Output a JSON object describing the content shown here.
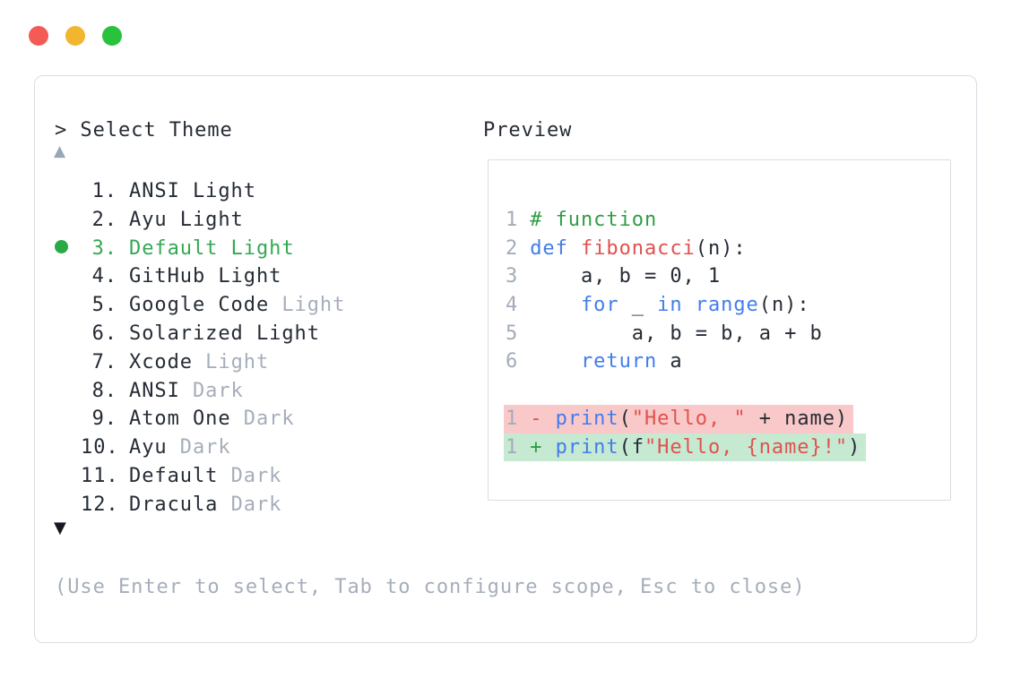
{
  "window_controls": {
    "buttons": [
      {
        "name": "close-button",
        "color": "#f45b55"
      },
      {
        "name": "minimize-button",
        "color": "#f2b52e"
      },
      {
        "name": "zoom-button",
        "color": "#28c33c"
      }
    ]
  },
  "selector": {
    "prompt": "> Select Theme",
    "scroll_up_symbol": "▲",
    "scroll_down_symbol": "▼",
    "items": [
      {
        "number": "1.",
        "name": "ANSI Light",
        "variant": "",
        "selected": false
      },
      {
        "number": "2.",
        "name": "Ayu Light",
        "variant": "",
        "selected": false
      },
      {
        "number": "3.",
        "name": "Default Light",
        "variant": "",
        "selected": true
      },
      {
        "number": "4.",
        "name": "GitHub Light",
        "variant": "",
        "selected": false
      },
      {
        "number": "5.",
        "name": "Google Code",
        "variant": "Light",
        "selected": false
      },
      {
        "number": "6.",
        "name": "Solarized Light",
        "variant": "",
        "selected": false
      },
      {
        "number": "7.",
        "name": "Xcode",
        "variant": "Light",
        "selected": false
      },
      {
        "number": "8.",
        "name": "ANSI",
        "variant": "Dark",
        "selected": false
      },
      {
        "number": "9.",
        "name": "Atom One",
        "variant": "Dark",
        "selected": false
      },
      {
        "number": "10.",
        "name": "Ayu",
        "variant": "Dark",
        "selected": false
      },
      {
        "number": "11.",
        "name": "Default",
        "variant": "Dark",
        "selected": false
      },
      {
        "number": "12.",
        "name": "Dracula",
        "variant": "Dark",
        "selected": false
      }
    ],
    "hint": "(Use Enter to select, Tab to configure scope, Esc to close)"
  },
  "preview": {
    "title": "Preview",
    "code_lines": [
      {
        "no": "1",
        "tokens": [
          [
            "com",
            "# function"
          ]
        ]
      },
      {
        "no": "2",
        "tokens": [
          [
            "kw",
            "def"
          ],
          [
            "plain",
            " "
          ],
          [
            "fn",
            "fibonacci"
          ],
          [
            "plain",
            "(n):"
          ]
        ]
      },
      {
        "no": "3",
        "tokens": [
          [
            "plain",
            "    a, b = 0, 1"
          ]
        ]
      },
      {
        "no": "4",
        "tokens": [
          [
            "plain",
            "    "
          ],
          [
            "kw",
            "for"
          ],
          [
            "plain",
            " _ "
          ],
          [
            "kw",
            "in"
          ],
          [
            "plain",
            " "
          ],
          [
            "kw",
            "range"
          ],
          [
            "plain",
            "(n):"
          ]
        ]
      },
      {
        "no": "5",
        "tokens": [
          [
            "plain",
            "        a, b = b, a + b"
          ]
        ]
      },
      {
        "no": "6",
        "tokens": [
          [
            "plain",
            "    "
          ],
          [
            "kw",
            "return"
          ],
          [
            "plain",
            " a"
          ]
        ]
      },
      {
        "blank": true
      },
      {
        "no": "1",
        "bg": "removed",
        "tokens": [
          [
            "minus",
            "- "
          ],
          [
            "kw",
            "print"
          ],
          [
            "plain",
            "("
          ],
          [
            "str",
            "\"Hello, \""
          ],
          [
            "plain",
            " + name)"
          ]
        ]
      },
      {
        "no": "1",
        "bg": "added",
        "tokens": [
          [
            "plus",
            "+ "
          ],
          [
            "kw",
            "print"
          ],
          [
            "plain",
            "(f"
          ],
          [
            "str",
            "\"Hello, {name}!\""
          ],
          [
            "plain",
            ")"
          ]
        ]
      }
    ]
  },
  "colors": {
    "text": "#262c35",
    "muted": "#a6aebb",
    "selected_green": "#34a853",
    "dot_green": "#2aa946",
    "keyword_blue": "#427deb",
    "string_red": "#e0524e",
    "comment_green": "#2f9e44",
    "line_number": "#a3acb9",
    "diff_removed_bg": "#f9c9c9",
    "diff_added_bg": "#c6e9d2",
    "traffic_red": "#f45b55",
    "traffic_yellow": "#f2b52e",
    "traffic_green": "#28c33c",
    "border": "#d9dde3",
    "arrow_up": "#9aa5b8",
    "arrow_down": "#16191f"
  }
}
